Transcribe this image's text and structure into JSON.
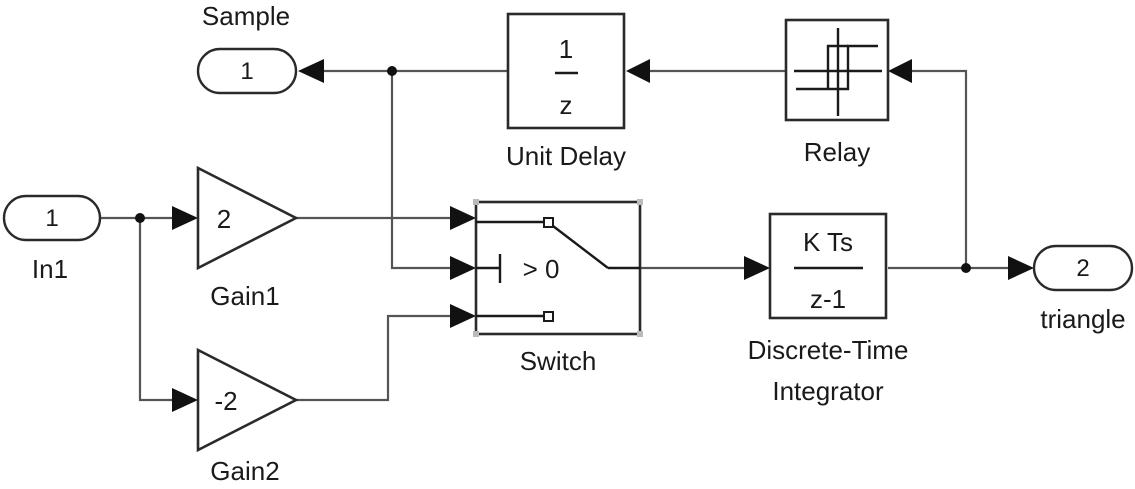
{
  "diagram": {
    "type": "simulink-block-diagram",
    "blocks": {
      "in1": {
        "kind": "inport",
        "number": "1",
        "label": "In1"
      },
      "sample": {
        "kind": "outport",
        "number": "1",
        "label": "Sample"
      },
      "triangle": {
        "kind": "outport",
        "number": "2",
        "label": "triangle"
      },
      "gain1": {
        "kind": "gain",
        "value": "2",
        "label": "Gain1"
      },
      "gain2": {
        "kind": "gain",
        "value": "-2",
        "label": "Gain2"
      },
      "switch": {
        "kind": "switch",
        "criterion": "> 0",
        "label": "Switch"
      },
      "unit_delay": {
        "kind": "unit-delay",
        "numerator": "1",
        "denominator": "z",
        "label": "Unit Delay"
      },
      "relay": {
        "kind": "relay",
        "label": "Relay"
      },
      "integrator": {
        "kind": "discrete-time-integrator",
        "numerator": "K Ts",
        "denominator": "z-1",
        "label_line1": "Discrete-Time",
        "label_line2": "Integrator"
      }
    },
    "connections": [
      {
        "from": "In1",
        "to": "Gain1"
      },
      {
        "from": "In1",
        "to": "Gain2"
      },
      {
        "from": "Gain1",
        "to": "Switch.in1"
      },
      {
        "from": "Unit Delay",
        "to": "Switch.in2"
      },
      {
        "from": "Gain2",
        "to": "Switch.in3"
      },
      {
        "from": "Unit Delay",
        "to": "Sample"
      },
      {
        "from": "Switch",
        "to": "Discrete-Time Integrator"
      },
      {
        "from": "Discrete-Time Integrator",
        "to": "triangle"
      },
      {
        "from": "Discrete-Time Integrator",
        "to": "Relay"
      },
      {
        "from": "Relay",
        "to": "Unit Delay"
      }
    ]
  }
}
